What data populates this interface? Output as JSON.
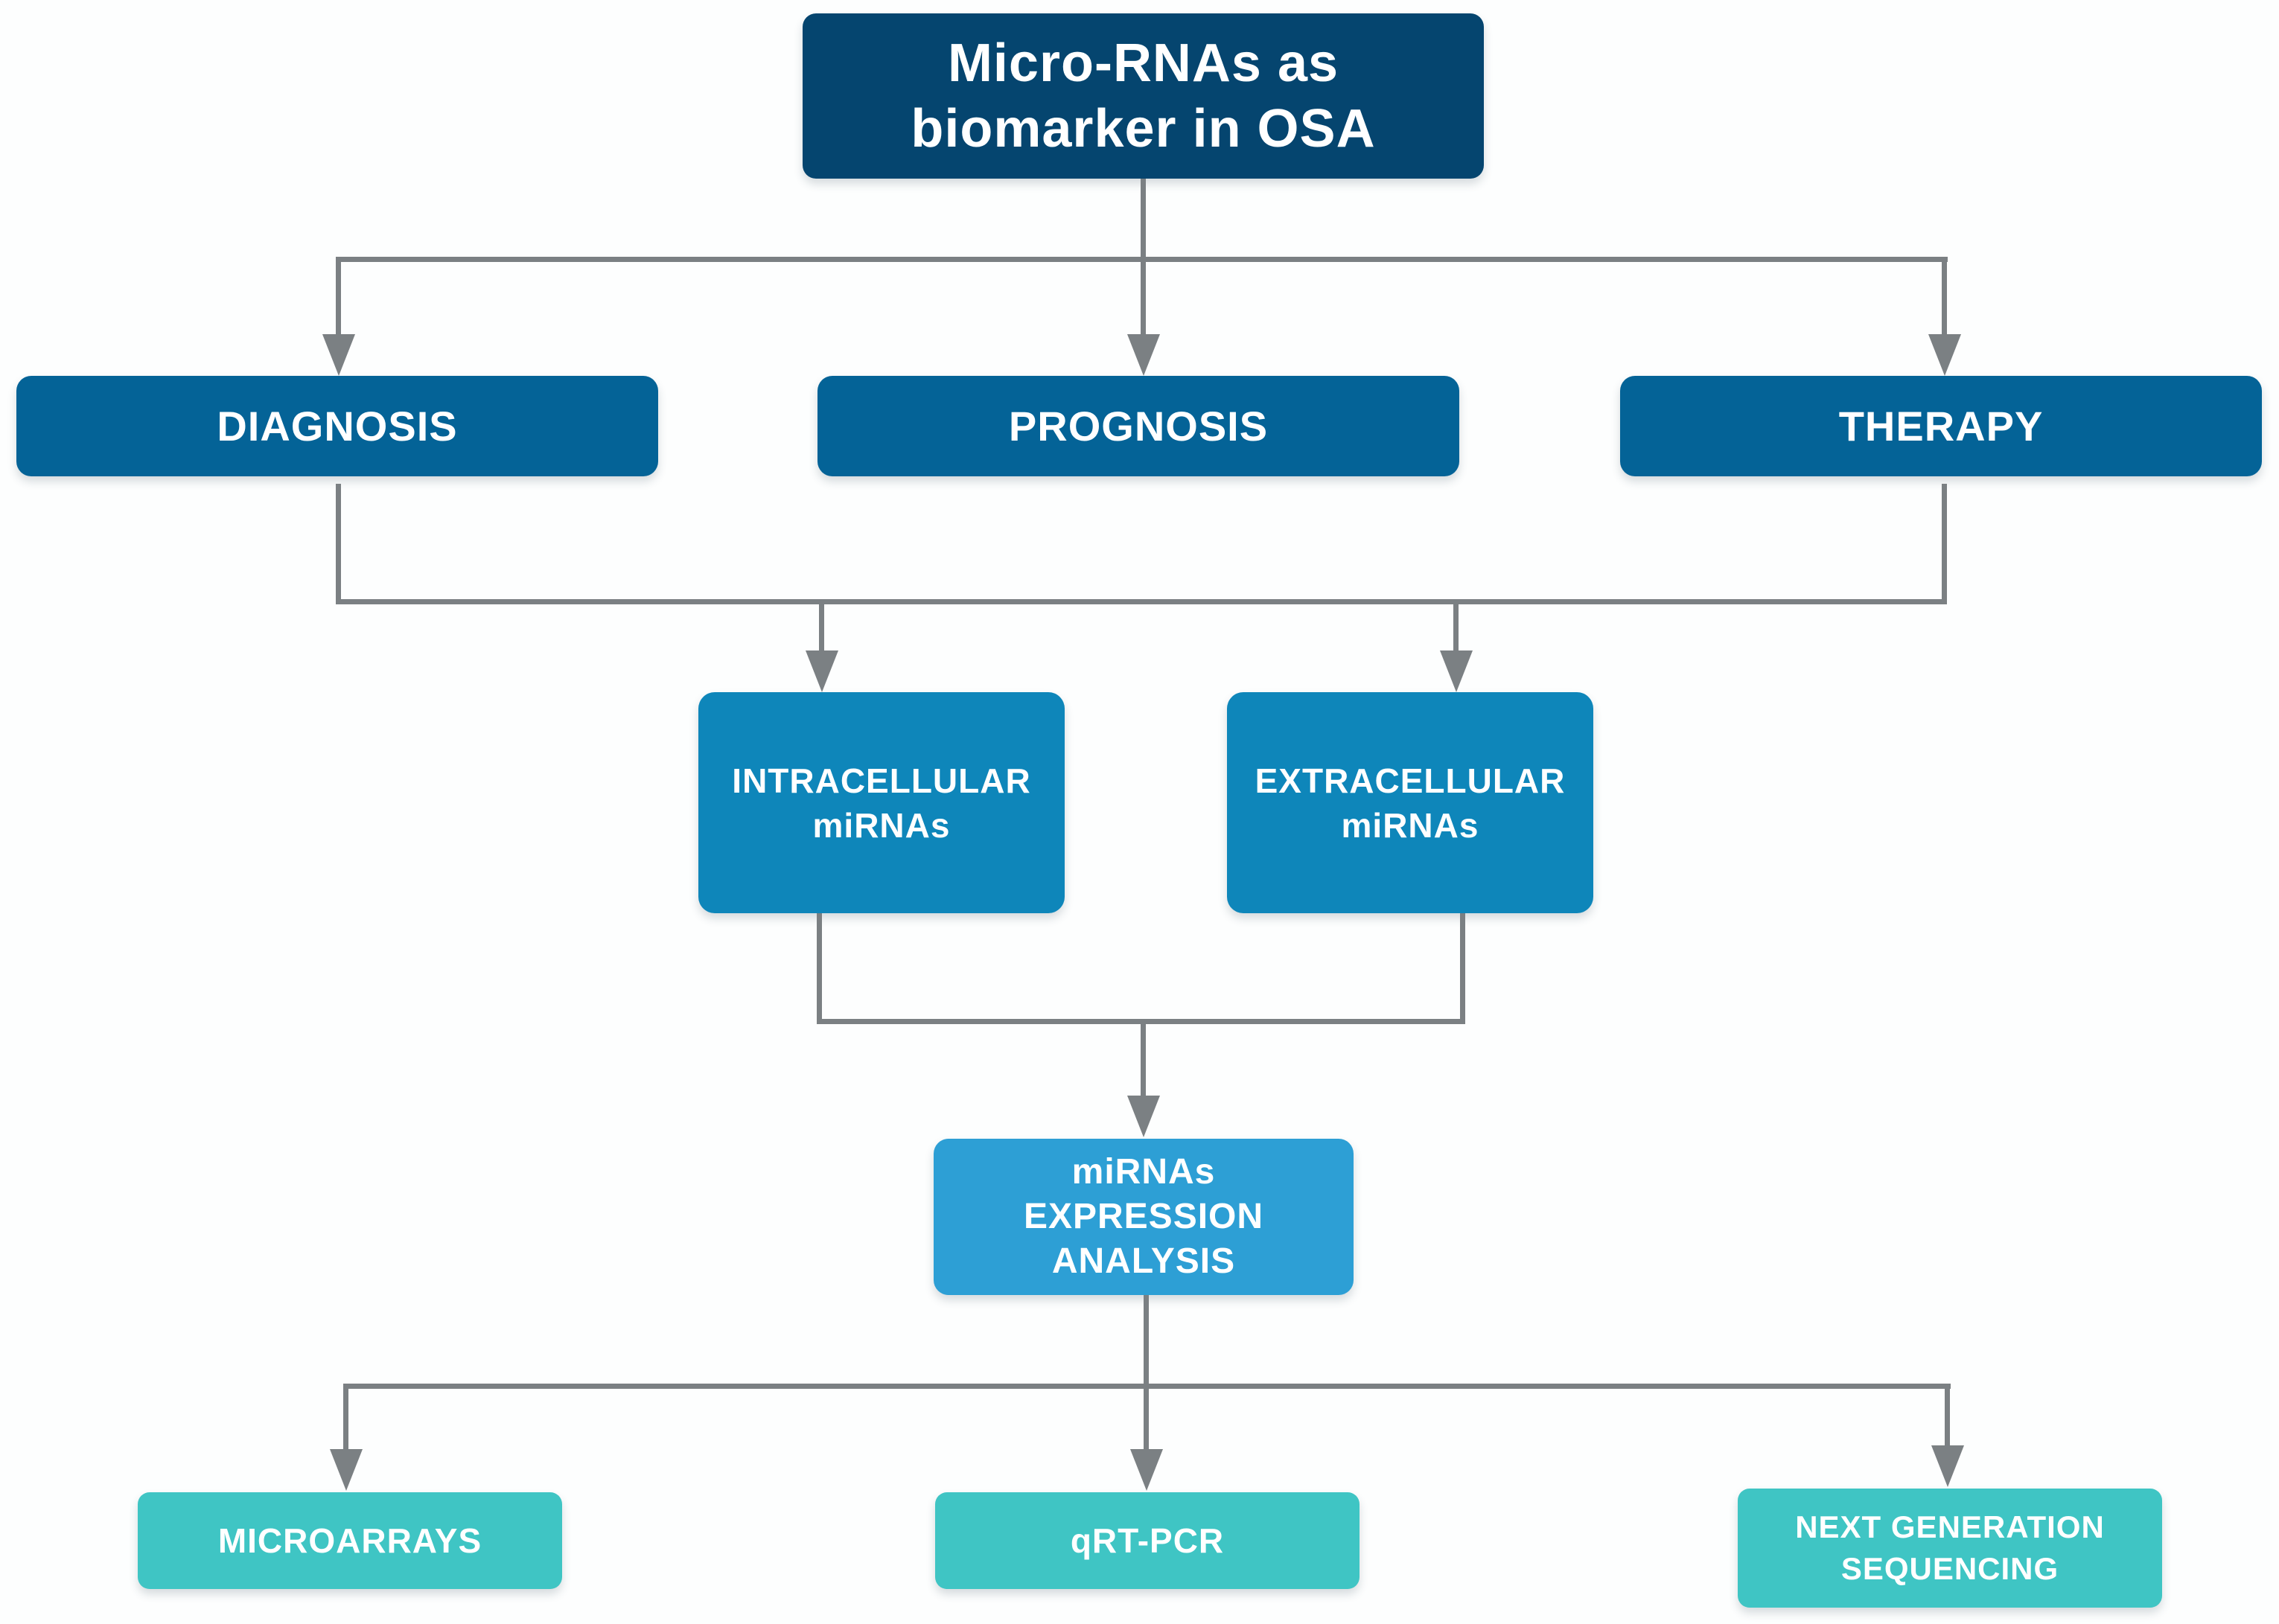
{
  "figure": {
    "background_color": "#fdfefe",
    "connector_color": "#7b8083",
    "text_color": "#ffffff",
    "nodes": {
      "root": {
        "label": "Micro-RNAs as biomarker in OSA",
        "lines": [
          "Micro-RNAs as",
          "biomarker in OSA"
        ],
        "color": "#05456f"
      },
      "diagnosis": {
        "label": "DIAGNOSIS",
        "lines": [
          "DIAGNOSIS"
        ],
        "color": "#046397"
      },
      "prognosis": {
        "label": "PROGNOSIS",
        "lines": [
          "PROGNOSIS"
        ],
        "color": "#046397"
      },
      "therapy": {
        "label": "THERAPY",
        "lines": [
          "THERAPY"
        ],
        "color": "#046397"
      },
      "intracellular": {
        "label": "INTRACELLULAR miRNAs",
        "lines": [
          "INTRACELLULAR",
          "miRNAs"
        ],
        "color": "#0e86ba"
      },
      "extracellular": {
        "label": "EXTRACELLULAR miRNAs",
        "lines": [
          "EXTRACELLULAR",
          "miRNAs"
        ],
        "color": "#0e86ba"
      },
      "expression": {
        "label": "miRNAs EXPRESSION ANALYSIS",
        "lines": [
          "miRNAs",
          "EXPRESSION",
          "ANALYSIS"
        ],
        "color": "#2d9fd5"
      },
      "microarrays": {
        "label": "MICROARRAYS",
        "lines": [
          "MICROARRAYS"
        ],
        "color": "#3fc5c4"
      },
      "qrt_pcr": {
        "label": "qRT-PCR",
        "lines": [
          "qRT-PCR"
        ],
        "color": "#3fc5c4"
      },
      "ngs": {
        "label": "NEXT GENERATION SEQUENCING",
        "lines": [
          "NEXT GENERATION",
          "SEQUENCING"
        ],
        "color": "#3fc5c4"
      }
    }
  }
}
